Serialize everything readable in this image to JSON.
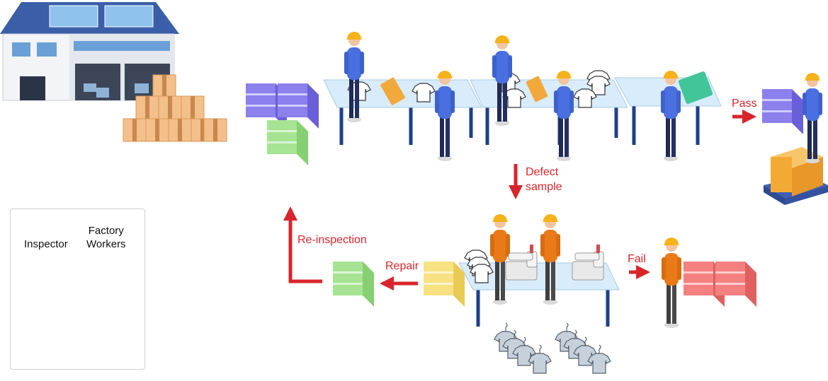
{
  "flow_labels": {
    "pass": "Pass",
    "defect_sample": [
      "Defect",
      "sample"
    ],
    "fail": "Fail",
    "repair": "Repair",
    "re_inspection": "Re-inspection"
  },
  "legend": {
    "inspector": "Inspector",
    "factory_workers": [
      "Factory",
      "Workers"
    ]
  },
  "colors": {
    "accent_red": "#d8252b",
    "inspector_shirt": "#4a6fe0",
    "worker_shirt": "#e97a17",
    "helmet": "#f5b21b",
    "table_top": "#d8ecfb",
    "crate_purple": "#7f73e8",
    "crate_green": "#9be08a",
    "crate_yellow": "#f6e07a",
    "crate_red": "#f27575",
    "box_tan": "#f3bf8a"
  }
}
